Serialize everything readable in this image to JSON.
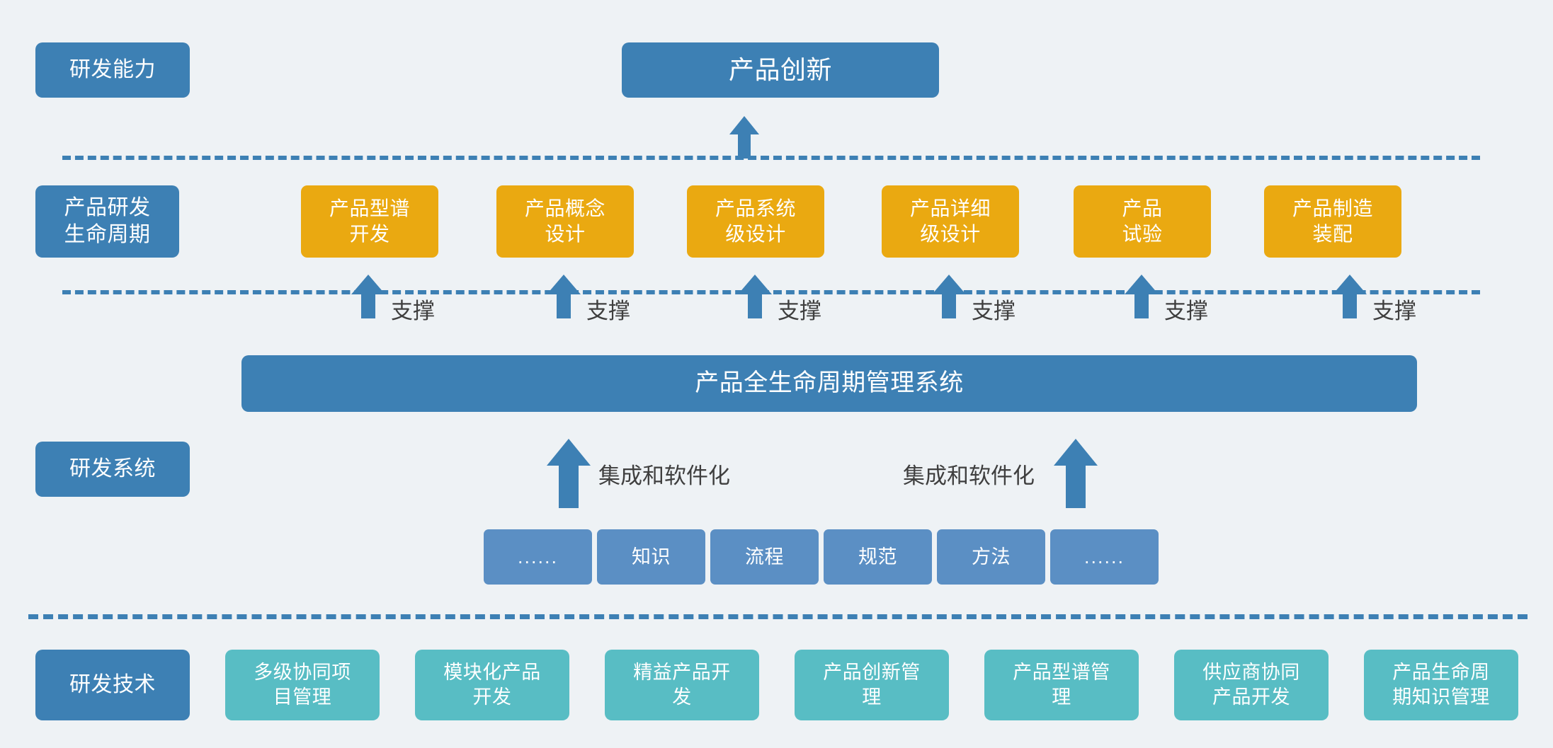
{
  "theme": {
    "background": "#eef2f5",
    "blue": "#3d80b4",
    "orange": "#eaa911",
    "teal": "#58bdc4",
    "mid_blue": "#5b8fc4",
    "text_dark": "#3f3f3f",
    "text_light": "#ffffff"
  },
  "row_labels": {
    "capability": "研发能力",
    "lifecycle": "产品研发\n生命周期",
    "system": "研发系统",
    "technology": "研发技术"
  },
  "top": {
    "product_innovation": "产品创新"
  },
  "lifecycle_phases": [
    {
      "label": "产品型谱\n开发"
    },
    {
      "label": "产品概念\n设计"
    },
    {
      "label": "产品系统\n级设计"
    },
    {
      "label": "产品详细\n级设计"
    },
    {
      "label": "产品\n试验"
    },
    {
      "label": "产品制造\n装配"
    }
  ],
  "support_label": "支撑",
  "support_count": 6,
  "plm_system": {
    "label": "产品全生命周期管理系统"
  },
  "integration_label": "集成和软件化",
  "knowledge_boxes": [
    {
      "label": "......"
    },
    {
      "label": "知识"
    },
    {
      "label": "流程"
    },
    {
      "label": "规范"
    },
    {
      "label": "方法"
    },
    {
      "label": "......"
    }
  ],
  "technologies": [
    {
      "label": "多级协同项\n目管理"
    },
    {
      "label": "模块化产品\n开发"
    },
    {
      "label": "精益产品开\n发"
    },
    {
      "label": "产品创新管\n理"
    },
    {
      "label": "产品型谱管\n理"
    },
    {
      "label": "供应商协同\n产品开发"
    },
    {
      "label": "产品生命周\n期知识管理"
    }
  ]
}
